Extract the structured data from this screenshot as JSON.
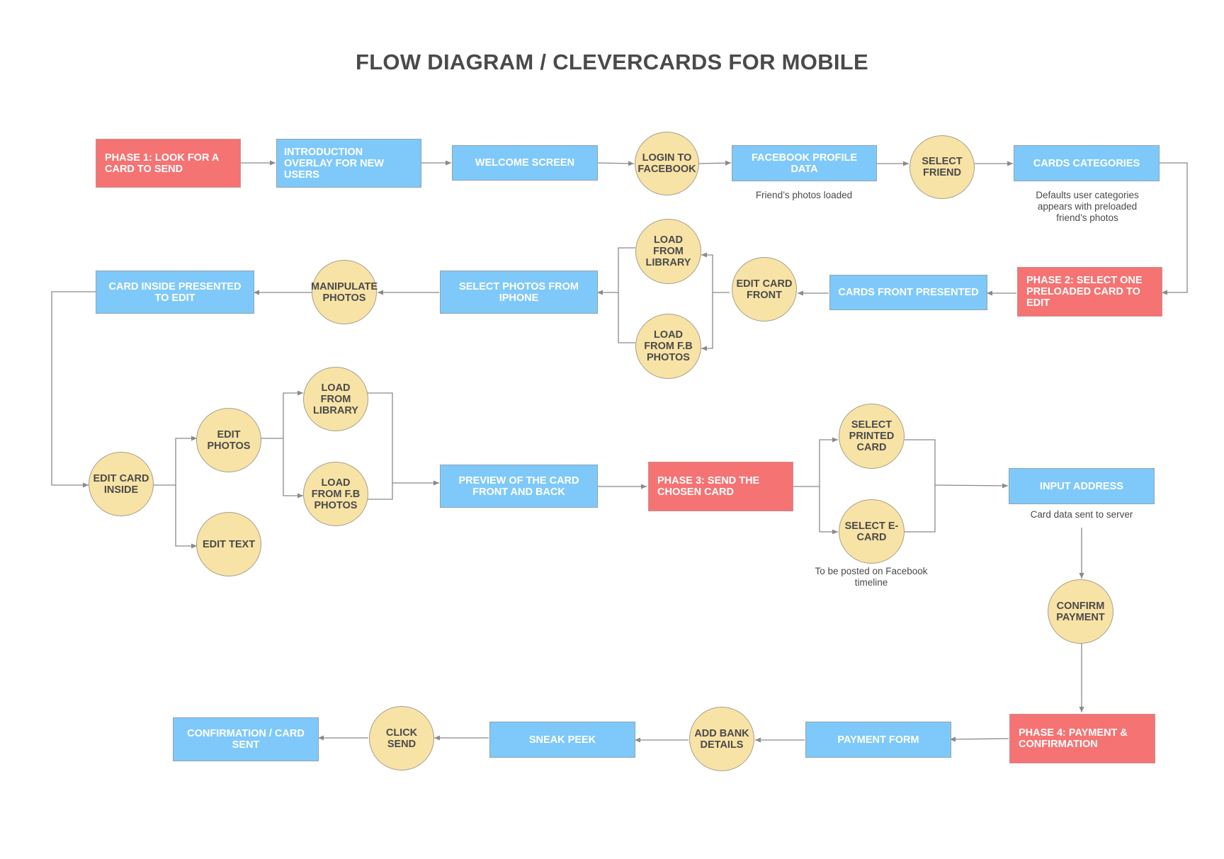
{
  "title": "FLOW DIAGRAM / CLEVERCARDS FOR MOBILE",
  "colors": {
    "phase_box": "#f57373",
    "screen_box": "#7fc9fa",
    "action_circle": "#f8e3a6",
    "connector": "#8a8a8a",
    "text_dark": "#4a4a4a"
  },
  "nodes": {
    "phase1": "PHASE 1: LOOK FOR A CARD TO SEND",
    "intro_overlay": "INTRODUCTION OVERLAY FOR NEW USERS",
    "welcome": "WELCOME SCREEN",
    "login_fb": "LOGIN TO FACEBOOK",
    "fb_profile": "FACEBOOK PROFILE DATA",
    "select_friend": "SELECT FRIEND",
    "cards_categories": "CARDS CATEGORIES",
    "phase2": "PHASE 2: SELECT ONE PRELOADED CARD TO EDIT",
    "cards_front": "CARDS FRONT PRESENTED",
    "edit_card_front": "EDIT CARD FRONT",
    "load_library_1": "LOAD FROM LIBRARY",
    "load_fb_1": "LOAD FROM F.B PHOTOS",
    "select_photos_iphone": "SELECT PHOTOS FROM IPHONE",
    "manipulate_photos": "MANIPULATE PHOTOS",
    "card_inside_presented": "CARD INSIDE PRESENTED TO EDIT",
    "edit_card_inside": "EDIT CARD INSIDE",
    "edit_photos": "EDIT PHOTOS",
    "edit_text": "EDIT TEXT",
    "load_library_2": "LOAD FROM LIBRARY",
    "load_fb_2": "LOAD FROM F.B PHOTOS",
    "preview": "PREVIEW OF THE CARD FRONT AND BACK",
    "phase3": "PHASE 3: SEND THE CHOSEN CARD",
    "select_printed": "SELECT PRINTED CARD",
    "select_ecard": "SELECT E-CARD",
    "input_address": "INPUT ADDRESS",
    "confirm_payment": "CONFIRM PAYMENT",
    "phase4": "PHASE 4: PAYMENT & CONFIRMATION",
    "payment_form": "PAYMENT FORM",
    "add_bank": "ADD BANK DETAILS",
    "sneak_peek": "SNEAK PEEK",
    "click_send": "CLICK SEND",
    "confirmation_sent": "CONFIRMATION / CARD SENT"
  },
  "notes": {
    "friends_photos": "Friend’s photos loaded",
    "defaults_categories": "Defaults user categories appears with preloaded friend’s photos",
    "posted_facebook": "To be posted on Facebook timeline",
    "card_data_server": "Card data sent to server"
  }
}
